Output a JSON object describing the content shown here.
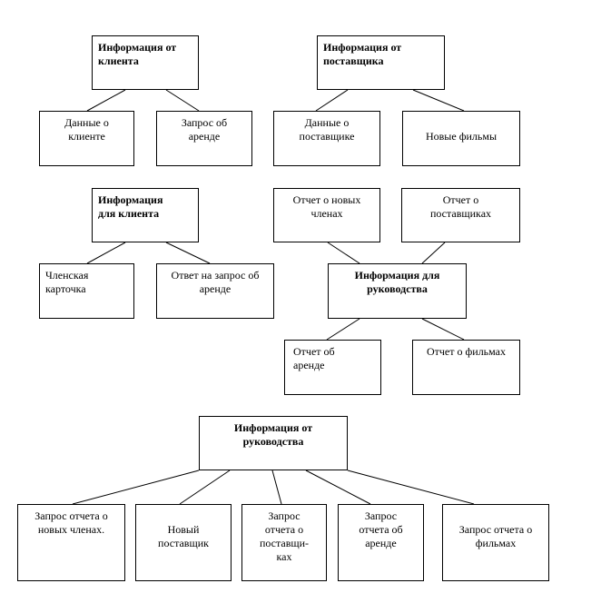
{
  "nodes": {
    "client_info": {
      "lines": [
        "Информация от",
        "клиента"
      ]
    },
    "client_data": {
      "lines": [
        "Данные о",
        "клиенте"
      ]
    },
    "rent_request": {
      "lines": [
        "Запрос об",
        "аренде"
      ]
    },
    "supplier_info": {
      "lines": [
        "Информация от",
        "поставщика"
      ]
    },
    "supplier_data": {
      "lines": [
        "Данные о",
        "поставщике"
      ]
    },
    "new_films": {
      "lines": [
        "Новые фильмы"
      ]
    },
    "info_for_client": {
      "lines": [
        "Информация",
        "для клиента"
      ]
    },
    "member_card": {
      "lines": [
        "Членская",
        "карточка"
      ]
    },
    "rent_answer": {
      "lines": [
        "Ответ на запрос об",
        "аренде"
      ]
    },
    "new_members_report": {
      "lines": [
        "Отчет о новых",
        "членах"
      ]
    },
    "suppliers_report": {
      "lines": [
        "Отчет о",
        "поставщиках"
      ]
    },
    "info_for_mgmt": {
      "lines": [
        "Информация для",
        "руководства"
      ]
    },
    "rent_report": {
      "lines": [
        "Отчет об",
        "аренде"
      ]
    },
    "films_report": {
      "lines": [
        "Отчет о фильмах"
      ]
    },
    "info_from_mgmt": {
      "lines": [
        "Информация от",
        "руководства"
      ]
    },
    "req_new_members": {
      "lines": [
        "Запрос отчета о",
        "новых членах."
      ]
    },
    "new_supplier": {
      "lines": [
        "Новый",
        "поставщик"
      ]
    },
    "req_suppliers": {
      "lines": [
        "Запрос",
        "отчета о",
        "поставщи-",
        "ках"
      ]
    },
    "req_rent": {
      "lines": [
        "Запрос",
        "отчета об",
        "аренде"
      ]
    },
    "req_films": {
      "lines": [
        "Запрос отчета о",
        "фильмах"
      ]
    }
  },
  "colors": {
    "stroke": "#000000",
    "background": "#ffffff"
  }
}
